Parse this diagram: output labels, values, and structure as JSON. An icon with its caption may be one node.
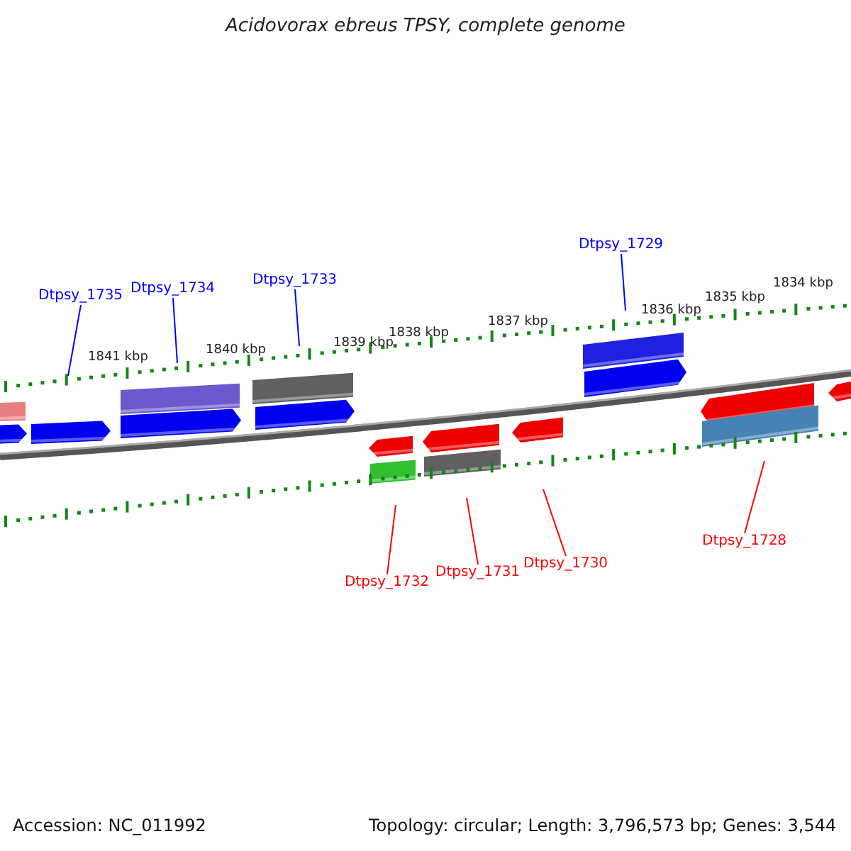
{
  "diagram": {
    "title": "Acidovorax ebreus TPSY, complete genome",
    "nodes": [
      {
        "text": [
          "Dtpsy_1735"
        ]
      },
      {
        "text": [
          "Dtpsy_1734"
        ]
      },
      {
        "text": [
          "Dtpsy_1733"
        ]
      },
      {
        "text": [
          "Dtpsy_1729"
        ]
      },
      {
        "text": [
          "Dtpsy_1732"
        ]
      },
      {
        "text": [
          "Dtpsy_1731"
        ]
      },
      {
        "text": [
          "Dtpsy_1730"
        ]
      },
      {
        "text": [
          "Dtpsy_1728"
        ]
      }
    ],
    "edges": [
      {
        "from": 0,
        "to": null,
        "arrow": "none",
        "color": "#0000ff"
      },
      {
        "from": 1,
        "to": null,
        "arrow": "none",
        "color": "#0000ff"
      },
      {
        "from": 2,
        "to": null,
        "arrow": "none",
        "color": "#0000ff"
      },
      {
        "from": 3,
        "to": null,
        "arrow": "none",
        "color": "#0000ff"
      },
      {
        "from": 4,
        "to": null,
        "arrow": "none",
        "color": "#ff0000"
      },
      {
        "from": 5,
        "to": null,
        "arrow": "none",
        "color": "#ff0000"
      },
      {
        "from": 6,
        "to": null,
        "arrow": "none",
        "color": "#ff0000"
      },
      {
        "from": 7,
        "to": null,
        "arrow": "none",
        "color": "#ff0000"
      }
    ],
    "labels": [
      "1834 kbp",
      "1835 kbp",
      "1836 kbp",
      "1837 kbp",
      "1838 kbp",
      "1839 kbp",
      "1840 kbp",
      "1841 kbp",
      "Accession: NC_011992",
      "Topology: circular; Length: 3,796,573 bp; Genes: 3,544"
    ]
  }
}
